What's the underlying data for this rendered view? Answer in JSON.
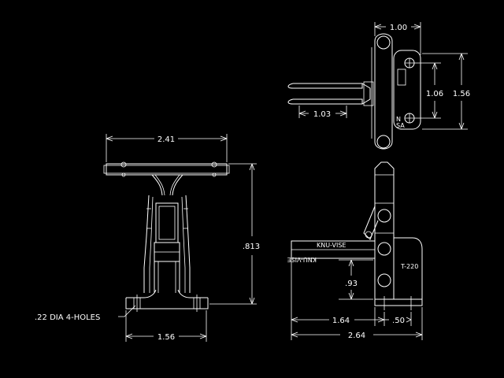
{
  "dimensions": {
    "left_width": "2.41",
    "left_height": ".813",
    "left_base": "1.56",
    "holes_note": ".22 DIA 4-HOLES",
    "top_width": "1.00",
    "top_arm": "1.03",
    "top_hole_spacing": "1.06",
    "top_overall_height": "1.56",
    "front_width_total": "2.64",
    "front_handle": "1.64",
    "front_base": ".50",
    "front_height": ".93"
  },
  "labels": {
    "handle_top": "KNU-VISE",
    "handle_bottom": "KNU-VISE",
    "model": "T-220",
    "made_in_1": "N",
    "made_in_2": "SA"
  }
}
